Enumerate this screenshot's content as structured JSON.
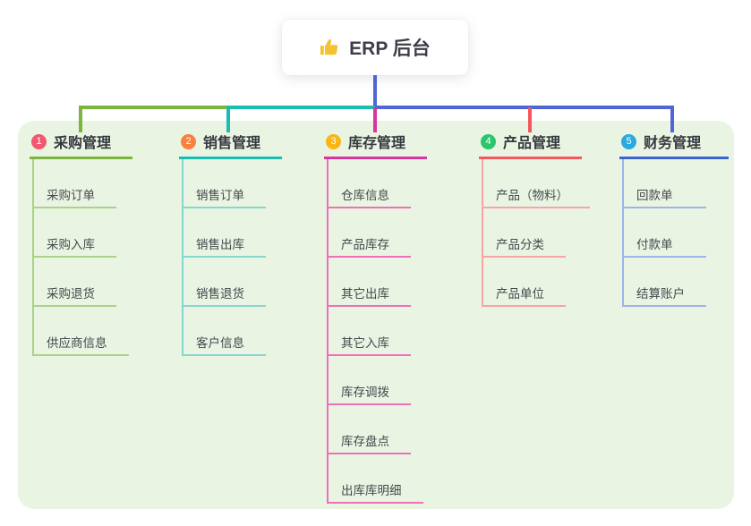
{
  "root": {
    "label": "ERP 后台",
    "icon": "thumbs-up-icon",
    "icon_color": "#f5c231"
  },
  "colors": {
    "page_bg": "#ffffff",
    "panel_bg": "#e9f5e2",
    "trunk": "#5166d4",
    "root_text": "#3d3f47"
  },
  "branches": [
    {
      "index": "1",
      "label": "采购管理",
      "colors": {
        "badge": "#f25870",
        "line": "#7cb43e",
        "child_line": "#a9d387"
      },
      "children": [
        "采购订单",
        "采购入库",
        "采购退货",
        "供应商信息"
      ]
    },
    {
      "index": "2",
      "label": "销售管理",
      "colors": {
        "badge": "#f8813f",
        "line": "#1abdb2",
        "child_line": "#85d7cd"
      },
      "children": [
        "销售订单",
        "销售出库",
        "销售退货",
        "客户信息"
      ]
    },
    {
      "index": "3",
      "label": "库存管理",
      "colors": {
        "badge": "#fbb515",
        "line": "#d8359f",
        "child_line": "#ef6fba"
      },
      "children": [
        "仓库信息",
        "产品库存",
        "其它出库",
        "其它入库",
        "库存调拨",
        "库存盘点",
        "出库库明细"
      ]
    },
    {
      "index": "4",
      "label": "产品管理",
      "colors": {
        "badge": "#2cc56d",
        "line": "#f4575d",
        "child_line": "#f8a3a6"
      },
      "children": [
        "产品（物料）",
        "产品分类",
        "产品单位"
      ]
    },
    {
      "index": "5",
      "label": "财务管理",
      "colors": {
        "badge": "#2aaade",
        "line": "#3d63d3",
        "child_line": "#9cb4e8"
      },
      "children": [
        "回款单",
        "付款单",
        "结算账户"
      ]
    }
  ]
}
